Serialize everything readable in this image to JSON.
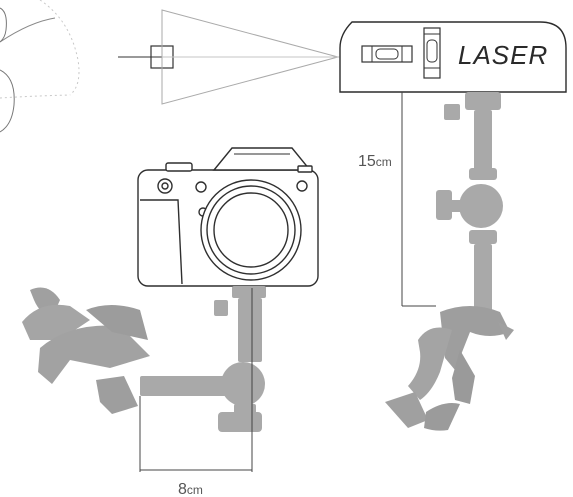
{
  "laser": {
    "label": "LASER"
  },
  "dimensions": {
    "vertical": {
      "value": "15",
      "unit": "cm"
    },
    "horizontal": {
      "value": "8",
      "unit": "cm"
    }
  },
  "colors": {
    "outline": "#3a3a3a",
    "arm_gray": "#a9a9a9",
    "arm_dark": "#909090",
    "beam": "#bbbbbb"
  },
  "icons": {
    "camera": "camera-icon",
    "laser_level": "laser-level-icon",
    "crosshair": "crosshair-icon"
  }
}
